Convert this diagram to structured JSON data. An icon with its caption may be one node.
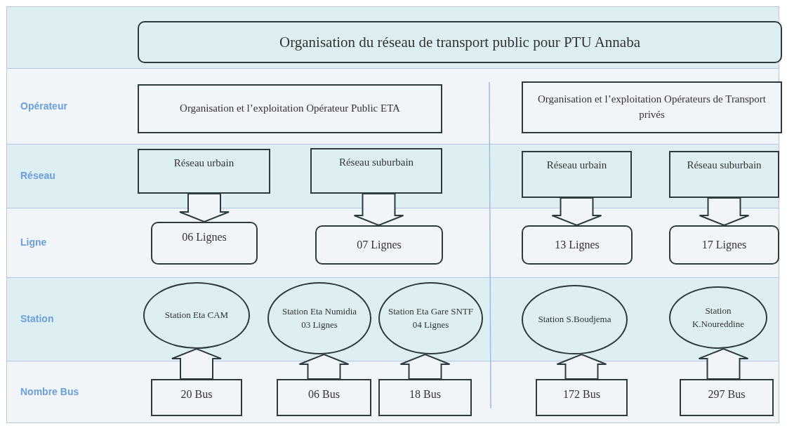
{
  "diagram": {
    "nodes": [
      {
        "text": [
          "Organisation du réseau de transport public pour PTU Annaba"
        ]
      },
      {
        "text": [
          "Organisation et l’exploitation Opérateur Public ETA"
        ]
      },
      {
        "text": [
          "Organisation et l’exploitation Opérateurs de Transport privés"
        ]
      },
      {
        "text": [
          "Réseau urbain"
        ]
      },
      {
        "text": [
          "Réseau suburbain"
        ]
      },
      {
        "text": [
          "Réseau urbain"
        ]
      },
      {
        "text": [
          "Réseau suburbain"
        ]
      },
      {
        "text": [
          "06 Lignes"
        ]
      },
      {
        "text": [
          "07 Lignes"
        ]
      },
      {
        "text": [
          "13 Lignes"
        ]
      },
      {
        "text": [
          "17 Lignes"
        ]
      },
      {
        "text": [
          "Station Eta CAM"
        ]
      },
      {
        "text": [
          "Station Eta Numidia 03 Lignes"
        ]
      },
      {
        "text": [
          "Station Eta Gare SNTF 04 Lignes"
        ]
      },
      {
        "text": [
          "Station S.Boudjema"
        ]
      },
      {
        "text": [
          "Station K.Noureddine"
        ]
      },
      {
        "text": [
          "20 Bus"
        ]
      },
      {
        "text": [
          "06 Bus"
        ]
      },
      {
        "text": [
          "18 Bus"
        ]
      },
      {
        "text": [
          "172 Bus"
        ]
      },
      {
        "text": [
          "297 Bus"
        ]
      }
    ],
    "edges": [
      {
        "from": 3,
        "to": 7,
        "arrow": "to"
      },
      {
        "from": 4,
        "to": 8,
        "arrow": "to"
      },
      {
        "from": 5,
        "to": 9,
        "arrow": "to"
      },
      {
        "from": 6,
        "to": 10,
        "arrow": "to"
      },
      {
        "from": 16,
        "to": 11,
        "arrow": "to"
      },
      {
        "from": 17,
        "to": 12,
        "arrow": "to"
      },
      {
        "from": 18,
        "to": 13,
        "arrow": "to"
      },
      {
        "from": 19,
        "to": 14,
        "arrow": "to"
      },
      {
        "from": 20,
        "to": 15,
        "arrow": "to"
      }
    ],
    "labels": [
      "Opérateur",
      "Réseau",
      "Ligne",
      "Station",
      "Nombre Bus"
    ]
  }
}
